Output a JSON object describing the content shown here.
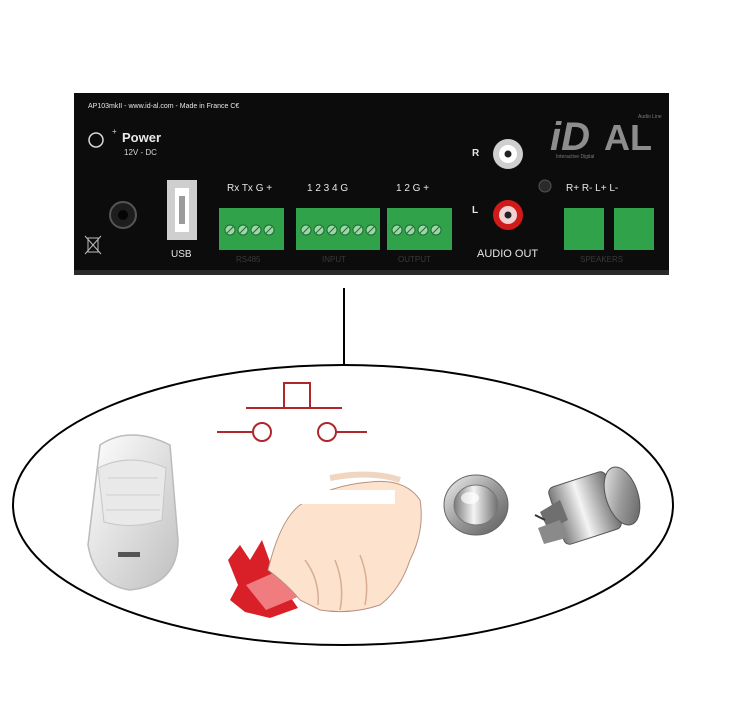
{
  "device": {
    "header_text": "AP103mkII - www.id-al.com - Made in France  C€",
    "brand_letters": "iD",
    "brand_suffix": "AL",
    "brand_tagline": "Interactive Digital",
    "brand_small": "Audio Line",
    "power_label": "Power",
    "power_spec": "12V - DC",
    "usb_label": "USB",
    "rs485_pins": "Rx Tx G  +",
    "rs485_label": "RS485",
    "input_pins": "1  2  3  4 G",
    "input_label": "INPUT",
    "output_pins": "1  2  G  +",
    "output_label": "OUTPUT",
    "rca_r": "R",
    "rca_l": "L",
    "audio_out_label": "AUDIO OUT",
    "speakers_pins": "R+ R-   L+ L-",
    "speakers_label": "SPEAKERS"
  },
  "colors": {
    "panel": "#0c0c0c",
    "terminal": "#2fa24a",
    "connector_line": "#000000",
    "switch_symbol": "#b0272b",
    "rca_red": "#d11b1b"
  },
  "icons": [
    "pir-motion-sensor-icon",
    "push-button-switch-symbol",
    "finger-pressing-button-icon",
    "metal-push-button-icon"
  ]
}
